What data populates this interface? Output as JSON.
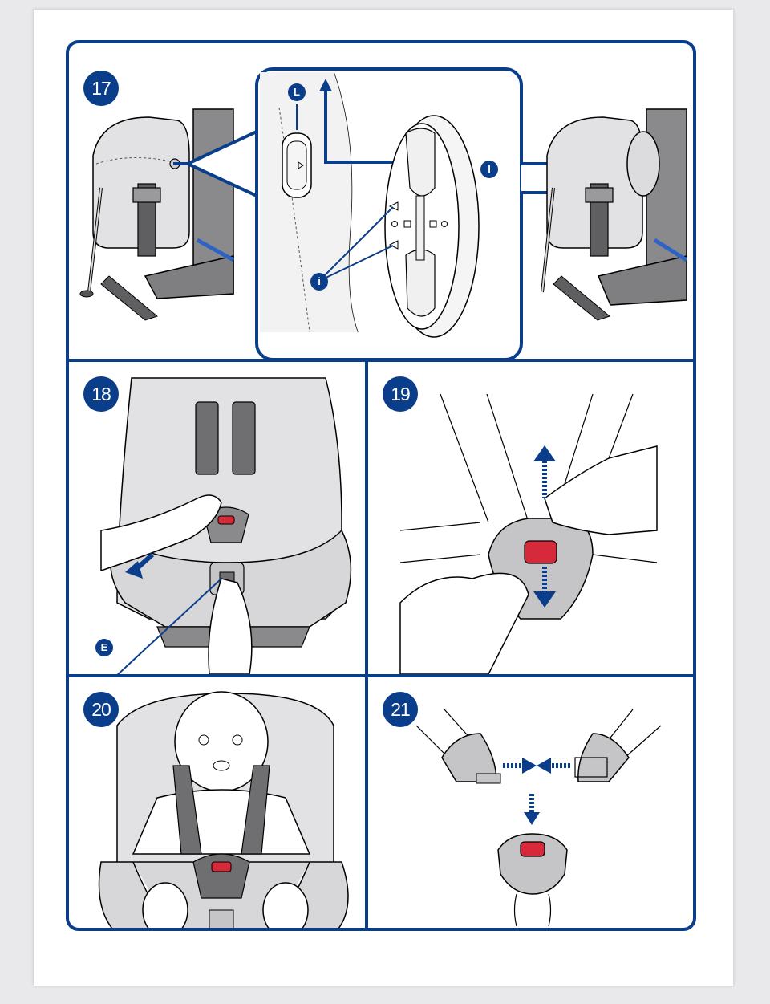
{
  "steps": [
    {
      "number": "17"
    },
    {
      "number": "18"
    },
    {
      "number": "19"
    },
    {
      "number": "20"
    },
    {
      "number": "21"
    }
  ],
  "callouts": {
    "release_lever": "L",
    "headrest_cover": "I",
    "indicators": "i",
    "buckle_release": "E"
  },
  "colors": {
    "brand_blue": "#0b3e8a",
    "seat_grey": "#d9d9db",
    "strap_grey": "#6f6f72",
    "buckle_red": "#d6293a"
  }
}
